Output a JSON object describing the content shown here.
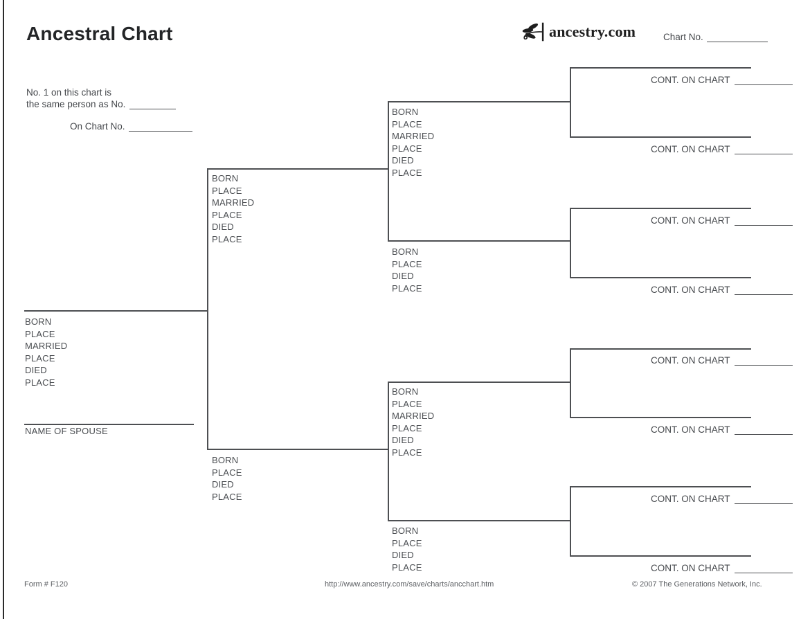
{
  "header": {
    "title": "Ancestral Chart",
    "logo_text": "ancestry.com",
    "chart_no_label": "Chart No."
  },
  "note": {
    "line1": "No. 1 on this chart is",
    "line2": "the same person as No.",
    "line3": "On Chart No."
  },
  "labels": {
    "full": [
      "BORN",
      "PLACE",
      "MARRIED",
      "PLACE",
      "DIED",
      "PLACE"
    ],
    "short": [
      "BORN",
      "PLACE",
      "DIED",
      "PLACE"
    ],
    "spouse": "NAME OF SPOUSE",
    "cont_on_chart": "CONT. ON CHART"
  },
  "footer": {
    "form_number": "Form # F120",
    "url": "http://www.ancestry.com/save/charts/ancchart.htm",
    "copyright": "© 2007 The Generations Network, Inc."
  }
}
